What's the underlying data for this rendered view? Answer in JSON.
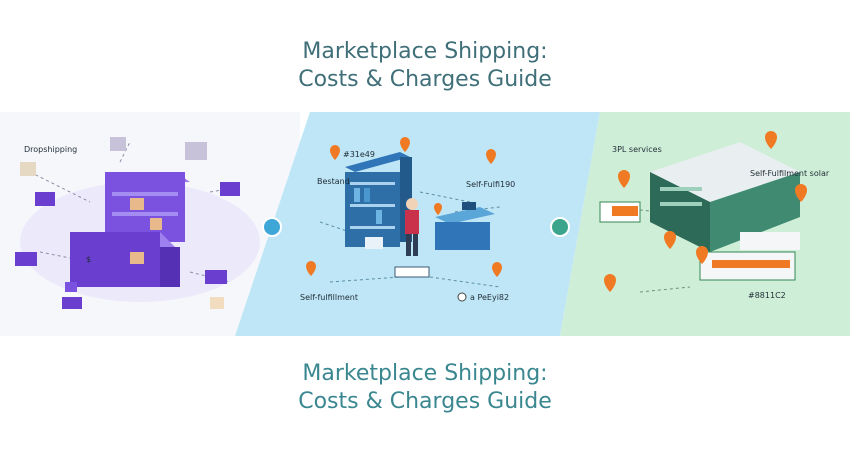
{
  "heading_top": {
    "line1": "Marketplace Shipping:",
    "line2": "Costs & Charges Guide"
  },
  "heading_bottom": {
    "line1": "Marketplace Shipping:",
    "line2": "Costs & Charges Guide"
  },
  "panels": {
    "dropshipping": {
      "label": "Dropshipping"
    },
    "self_fulfillment": {
      "labels": {
        "code_top": "#31e49",
        "bestand": "Bestand",
        "self_fulfill": "Self-Fulfi190",
        "bottom_left": "Self-fulfillment",
        "bottom_right": "a PeEyi82"
      }
    },
    "third_party": {
      "labels": {
        "services": "3PL services",
        "fulfilment": "Self-Fulfilment solar",
        "code_bottom": "#8811C2"
      }
    }
  },
  "colors": {
    "purple": "#6a3fd0",
    "blue_panel": "#bfe6f6",
    "green_panel": "#cfeed7",
    "pin": "#f07a24",
    "connector_blue": "#3ea7d8",
    "connector_green": "#3aa58c"
  }
}
